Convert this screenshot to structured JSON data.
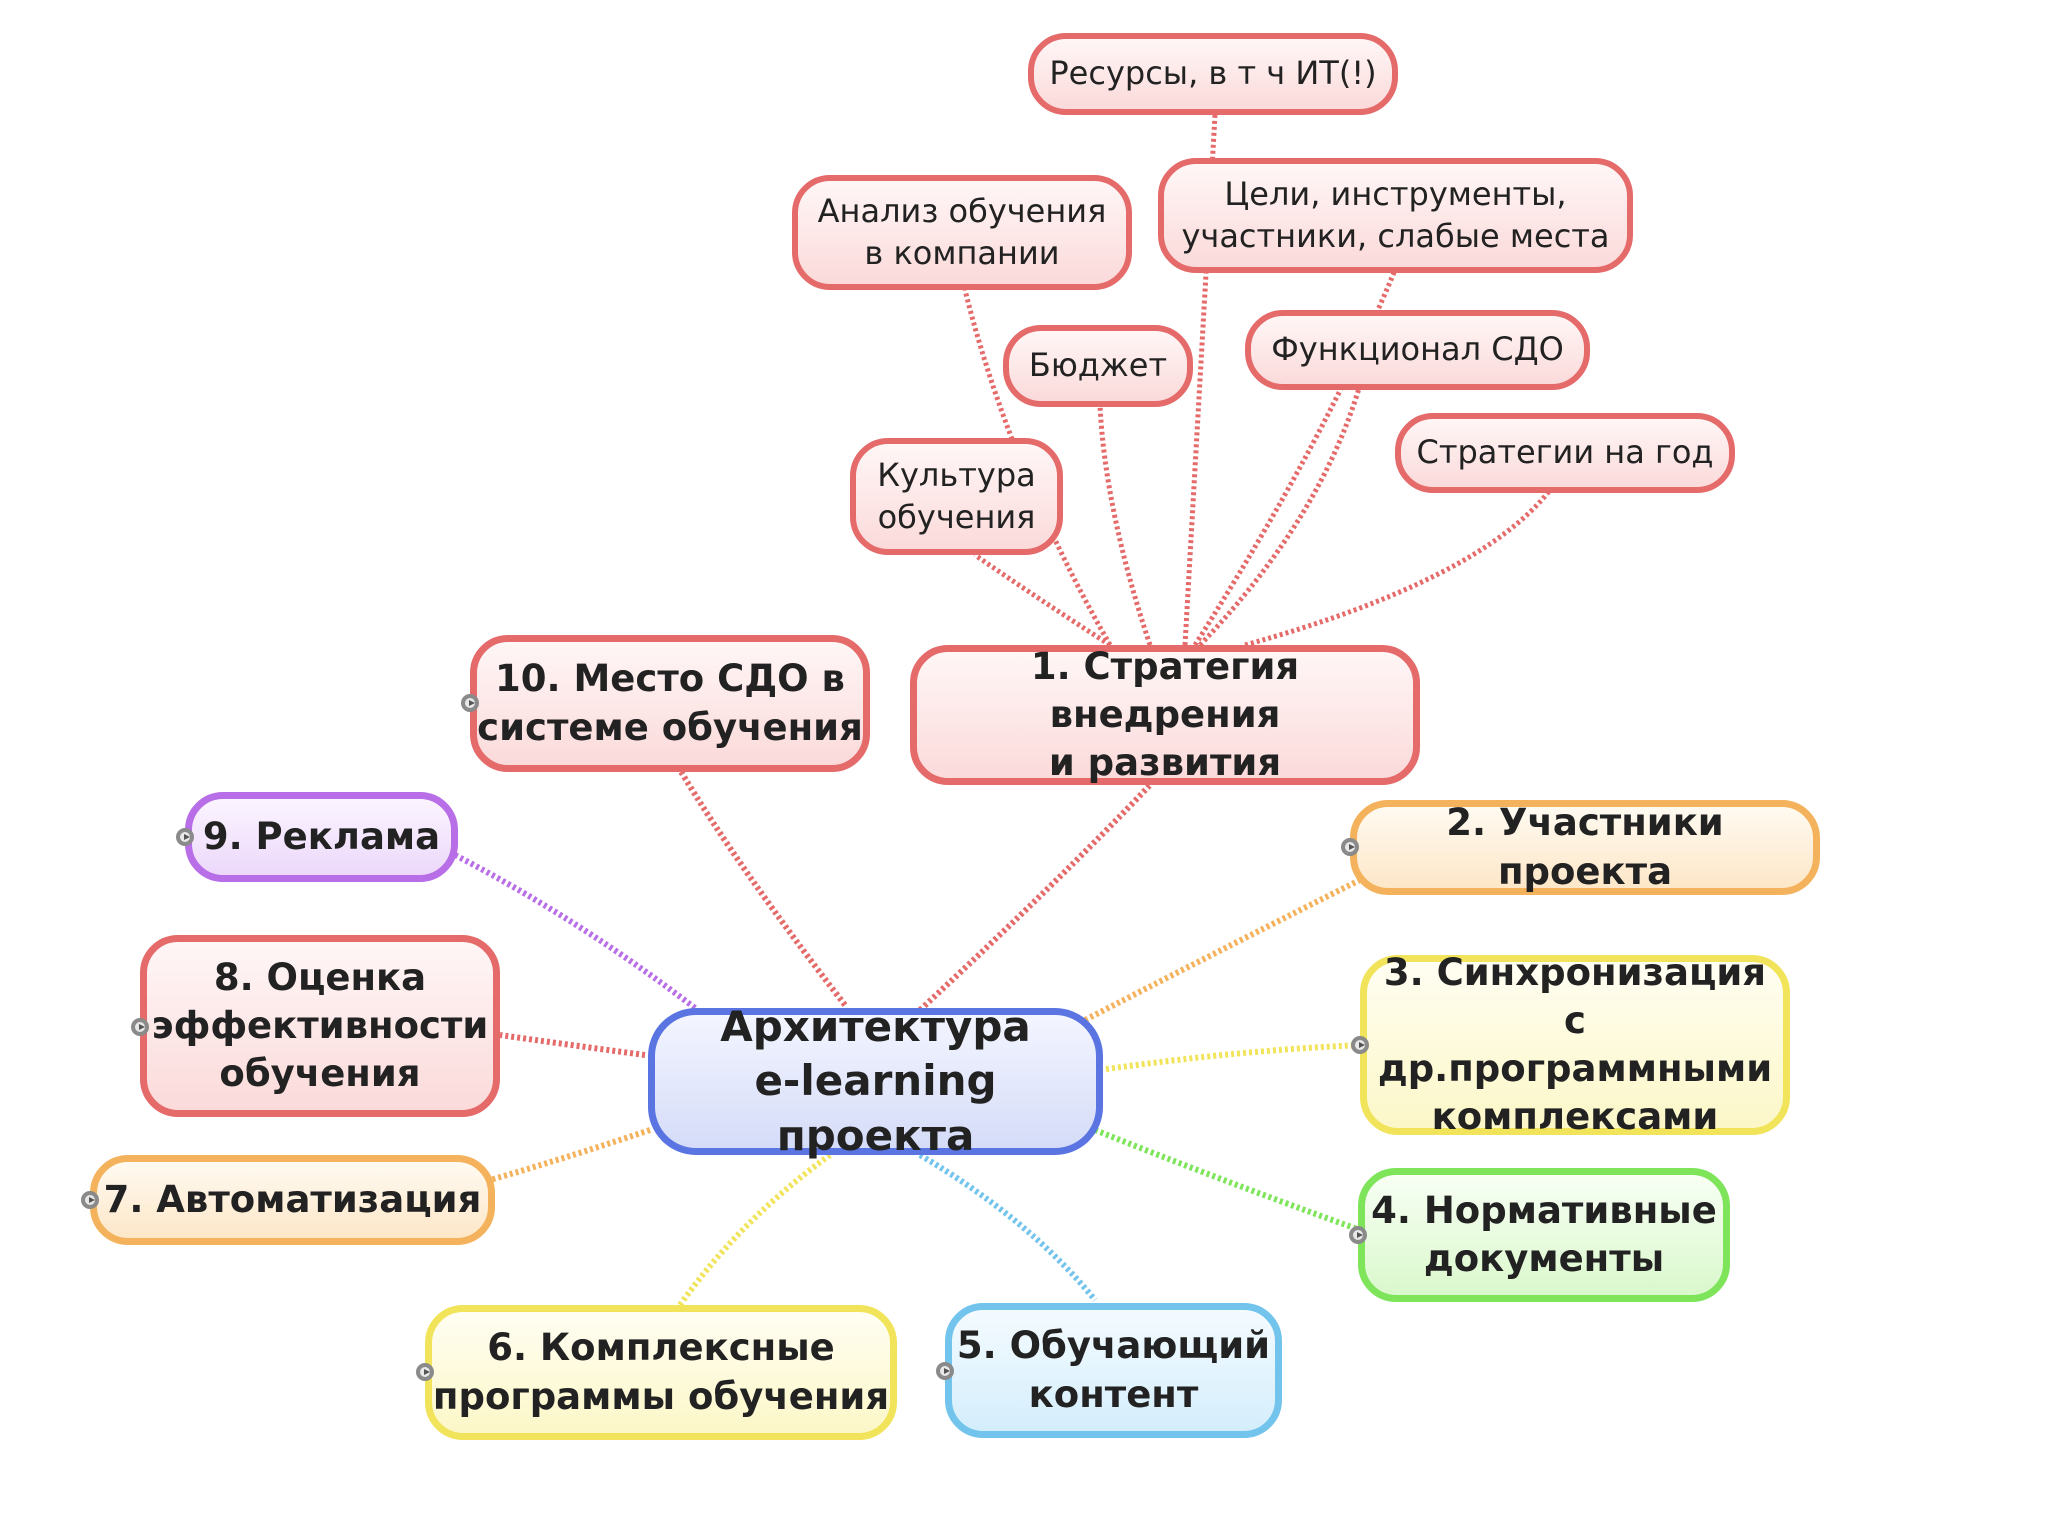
{
  "center": {
    "text": "Архитектура\ne-learning проекта"
  },
  "branches": [
    {
      "text": "1. Стратегия внедрения\nи развития",
      "color": "#e56a6a"
    },
    {
      "text": "2. Участники проекта",
      "color": "#f4b25c"
    },
    {
      "text": "3. Синхронизация с\nдр.программными\nкомплексами",
      "color": "#f1e45a"
    },
    {
      "text": "4. Нормативные\nдокументы",
      "color": "#7ee55a"
    },
    {
      "text": "5. Обучающий\nконтент",
      "color": "#72c4ec"
    },
    {
      "text": "6. Комплексные\nпрограммы обучения",
      "color": "#f1e45a"
    },
    {
      "text": "7. Автоматизация",
      "color": "#f4b25c"
    },
    {
      "text": "8. Оценка\nэффективности\nобучения",
      "color": "#e56a6a"
    },
    {
      "text": "9. Реклама",
      "color": "#b86ee6"
    },
    {
      "text": "10. Место СДО в\nсистеме обучения",
      "color": "#e56a6a"
    }
  ],
  "strategy_children": [
    {
      "text": "Ресурсы, в т ч ИТ(!)"
    },
    {
      "text": "Анализ обучения\nв компании"
    },
    {
      "text": "Цели, инструменты,\nучастники, слабые места"
    },
    {
      "text": "Бюджет"
    },
    {
      "text": "Функционал СДО"
    },
    {
      "text": "Стратегии на год"
    },
    {
      "text": "Культура\nобучения"
    }
  ]
}
